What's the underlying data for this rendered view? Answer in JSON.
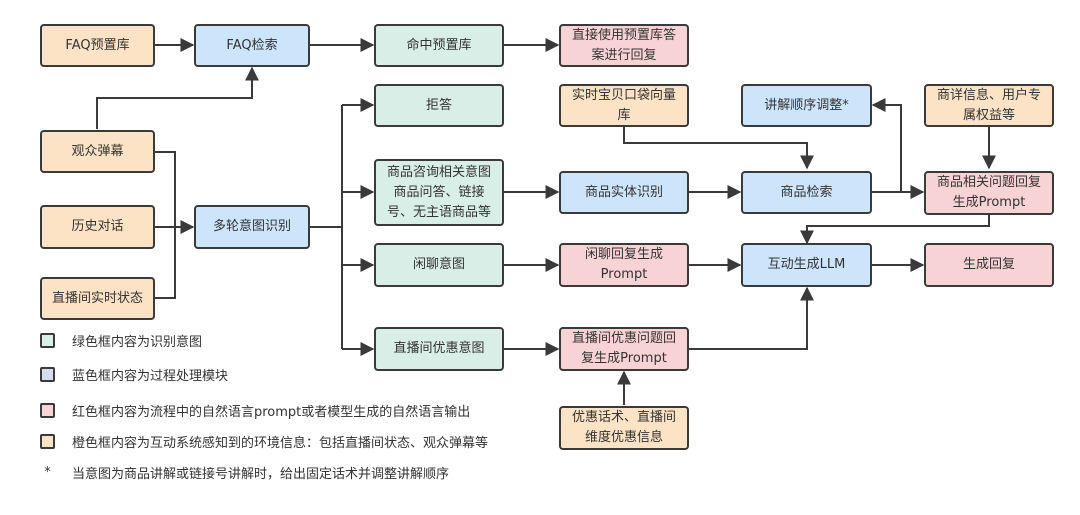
{
  "colors": {
    "orange": "#fde3c6",
    "blue": "#cde5fb",
    "green": "#d9eee6",
    "red": "#f8d3d5",
    "legend_blue": "#d7dcf0",
    "stroke": "#3a3a3a"
  },
  "nodes": {
    "faq_library": "FAQ预置库",
    "faq_search": "FAQ检索",
    "hit_library": "命中预置库",
    "use_library_answer": "直接使用预置库答\n案进行回复",
    "audience_danmaku": "观众弹幕",
    "history_dialog": "历史对话",
    "live_status": "直播间实时状态",
    "multi_turn_intent": "多轮意图识别",
    "refuse": "拒答",
    "product_intent": "商品咨询相关意图\n商品问答、链接\n号、无主语商品等",
    "chat_intent": "闲聊意图",
    "discount_intent": "直播间优惠意图",
    "vector_db": "实时宝贝口袋向量\n库",
    "entity_recognition": "商品实体识别",
    "chat_prompt": "闲聊回复生成\nPrompt",
    "discount_prompt": "直播间优惠问题回\n复生成Prompt",
    "discount_info": "优惠话术、直播间\n维度优惠信息",
    "order_adjust": "讲解顺序调整*",
    "product_search": "商品检索",
    "interactive_llm": "互动生成LLM",
    "detail_info": "商详信息、用户专\n属权益等",
    "product_prompt": "商品相关问题回复\n生成Prompt",
    "generate_reply": "生成回复"
  },
  "legend": [
    {
      "color": "green",
      "text": "绿色框内容为识别意图"
    },
    {
      "color": "blue",
      "text": "蓝色框内容为过程处理模块"
    },
    {
      "color": "red",
      "text": "红色框内容为流程中的自然语言prompt或者模型生成的自然语言输出"
    },
    {
      "color": "orange",
      "text": "橙色框内容为互动系统感知到的环境信息：包括直播间状态、观众弹幕等"
    }
  ],
  "footnote": {
    "mark": "*",
    "text": "当意图为商品讲解或链接号讲解时，给出固定话术并调整讲解顺序"
  }
}
